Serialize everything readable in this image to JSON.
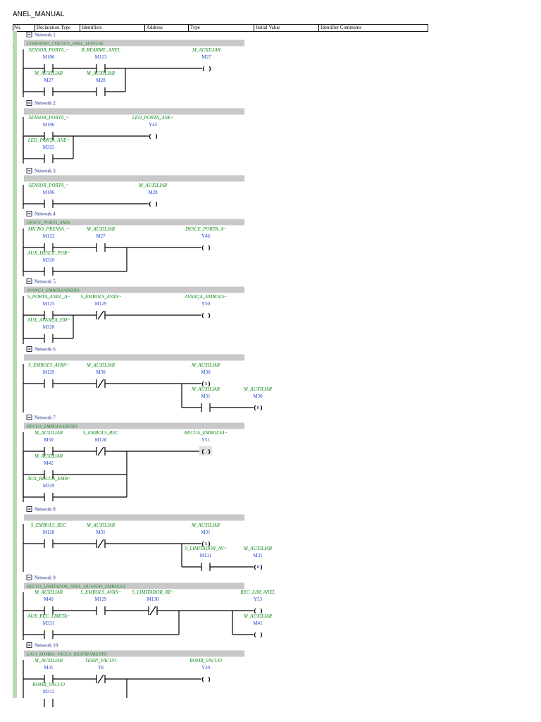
{
  "title": "ANEL_MANUAL",
  "variable_table": {
    "columns": [
      "No.",
      "Declaration Type",
      "Identifiers",
      "Address",
      "Type",
      "Initial Value",
      "Identifier Comments"
    ]
  },
  "networks": [
    {
      "label": "Network 1",
      "comment": "COMANDO_COLOCA_ANEL_MANUAL",
      "elements": [
        {
          "kind": "contact",
          "type": "no",
          "name": "SENSOR_PORTA_~",
          "addr": "M106"
        },
        {
          "kind": "contact",
          "type": "no",
          "name": "B_REARME_ANEL",
          "addr": "M123"
        },
        {
          "kind": "contact",
          "type": "no",
          "name": "M_AUXILIAR",
          "addr": "M27"
        },
        {
          "kind": "contact",
          "type": "no",
          "name": "M_AUXILIAR",
          "addr": "M28"
        },
        {
          "kind": "coil",
          "type": "",
          "name": "M_AUXILIAR",
          "addr": "M27"
        }
      ]
    },
    {
      "label": "Network 2",
      "comment": "",
      "elements": [
        {
          "kind": "contact",
          "type": "no",
          "name": "SENSOR_PORTA_~",
          "addr": "M106"
        },
        {
          "kind": "contact",
          "type": "no",
          "name": "LED_PORTA_ANE~",
          "addr": "M325"
        },
        {
          "kind": "coil",
          "type": "",
          "name": "LED_PORTA_ANE~",
          "addr": "Y45"
        }
      ]
    },
    {
      "label": "Network 3",
      "comment": "",
      "elements": [
        {
          "kind": "contact",
          "type": "no",
          "name": "SENSOR_PORTA_~",
          "addr": "M106"
        },
        {
          "kind": "coil",
          "type": "",
          "name": "M_AUXILIAR",
          "addr": "M28"
        }
      ]
    },
    {
      "label": "Network 4",
      "comment": "DESCE_PORTA_ANEL",
      "elements": [
        {
          "kind": "contact",
          "type": "no",
          "name": "MICRO_PRENSA_~",
          "addr": "M122"
        },
        {
          "kind": "contact",
          "type": "no",
          "name": "M_AUXILIAR",
          "addr": "M27"
        },
        {
          "kind": "contact",
          "type": "no",
          "name": "AUX_DESCE_POR~",
          "addr": "M326"
        },
        {
          "kind": "coil",
          "type": "",
          "name": "DESCE_PORTA_A~",
          "addr": "Y46"
        }
      ]
    },
    {
      "label": "Network 5",
      "comment": "AVANÇA_EMBOLSADEIRA",
      "elements": [
        {
          "kind": "contact",
          "type": "no",
          "name": "S_PORTA_ANEL_A~",
          "addr": "M125"
        },
        {
          "kind": "contact",
          "type": "nc",
          "name": "S_EMBOLS_AVAN~",
          "addr": "M129"
        },
        {
          "kind": "contact",
          "type": "no",
          "name": "AUX_AVANÇA_EM~",
          "addr": "M328"
        },
        {
          "kind": "coil",
          "type": "",
          "name": "AVANÇA_EMBOLS~",
          "addr": "Y50"
        }
      ]
    },
    {
      "label": "Network 6",
      "comment": "",
      "elements": [
        {
          "kind": "contact",
          "type": "no",
          "name": "S_EMBOLS_AVAN~",
          "addr": "M129"
        },
        {
          "kind": "contact",
          "type": "nc",
          "name": "M_AUXILIAR",
          "addr": "M30"
        },
        {
          "kind": "coil",
          "type": "S",
          "name": "M_AUXILIAR",
          "addr": "M30"
        },
        {
          "kind": "contact",
          "type": "no",
          "name": "M_AUXILIAR",
          "addr": "M31"
        },
        {
          "kind": "coil",
          "type": "R",
          "name": "M_AUXILIAR",
          "addr": "M30"
        }
      ]
    },
    {
      "label": "Network 7",
      "comment": "RECUA_EMBOLSADEIRA",
      "elements": [
        {
          "kind": "contact",
          "type": "no",
          "name": "M_AUXILIAR",
          "addr": "M30"
        },
        {
          "kind": "contact",
          "type": "nc",
          "name": "S_EMBOLS_REC",
          "addr": "M128"
        },
        {
          "kind": "contact",
          "type": "no",
          "name": "M_AUXILIAR",
          "addr": "M42"
        },
        {
          "kind": "contact",
          "type": "no",
          "name": "AUX_RECUA_EMB~",
          "addr": "M329"
        },
        {
          "kind": "coil",
          "type": "",
          "name": "RECUA_EMBOLSA~",
          "addr": "Y51"
        }
      ]
    },
    {
      "label": "Network 8",
      "comment": "",
      "elements": [
        {
          "kind": "contact",
          "type": "no",
          "name": "S_EMBOLS_REC",
          "addr": "M128"
        },
        {
          "kind": "contact",
          "type": "nc",
          "name": "M_AUXILIAR",
          "addr": "M31"
        },
        {
          "kind": "coil",
          "type": "S",
          "name": "M_AUXILIAR",
          "addr": "M31"
        },
        {
          "kind": "contact",
          "type": "no",
          "name": "S_LIMITADOR_AV~",
          "addr": "M131"
        },
        {
          "kind": "coil",
          "type": "R",
          "name": "M_AUXILIAR",
          "addr": "M31"
        }
      ]
    },
    {
      "label": "Network 9",
      "comment": "RECUA_LIMITADOR_ANEL_QUANDO_EMBOLSA",
      "elements": [
        {
          "kind": "contact",
          "type": "no",
          "name": "M_AUXILIAR",
          "addr": "M40"
        },
        {
          "kind": "contact",
          "type": "no",
          "name": "S_EMBOLS_AVAN~",
          "addr": "M129"
        },
        {
          "kind": "contact",
          "type": "nc",
          "name": "S_LIMITADOR_RE~",
          "addr": "M130"
        },
        {
          "kind": "contact",
          "type": "no",
          "name": "AUX_REC_LIMITA~",
          "addr": "M331"
        },
        {
          "kind": "coil",
          "type": "",
          "name": "REC_LIM_ANEL",
          "addr": "Y53"
        },
        {
          "kind": "coil",
          "type": "",
          "name": "M_AUXILIAR",
          "addr": "M41"
        }
      ]
    },
    {
      "label": "Network 10",
      "comment": "LIGA_BOMBA_VACUA_RESFRIAMENTO",
      "elements": [
        {
          "kind": "contact",
          "type": "no",
          "name": "M_AUXILIAR",
          "addr": "M31"
        },
        {
          "kind": "contact",
          "type": "nc",
          "name": "TEMP_VACUO",
          "addr": "T8"
        },
        {
          "kind": "contact",
          "type": "no",
          "name": "BOMB_VACUO",
          "addr": "M312"
        },
        {
          "kind": "coil",
          "type": "",
          "name": "BOMB_VACUO",
          "addr": "Y30"
        }
      ]
    }
  ],
  "icons": {
    "network_toggle": "minus-box-icon"
  },
  "colors": {
    "symbol_name": "#118a1b",
    "address": "#2244cc",
    "network_label": "#1d2a8a",
    "comment_bar": "#c8c8c8",
    "rail": "#b8dbb0"
  }
}
